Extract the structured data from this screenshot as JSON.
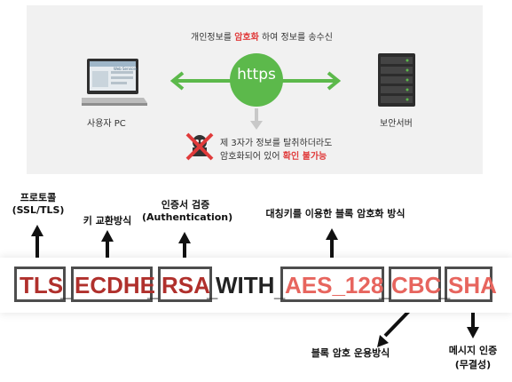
{
  "top": {
    "caption": {
      "before": "개인정보를 ",
      "highlight": "암호화",
      "after": " 하여 정보를 송수신"
    },
    "badge": "https",
    "left_label": "사용자 PC",
    "right_label": "보안서버",
    "screen_text": "Web Services",
    "note_line1": "제 3자가 정보를 탈취하더라도",
    "note_line2_before": "암호화되어 있어 ",
    "note_line2_highlight": "확인 불가능",
    "colors": {
      "green": "#5cb94b",
      "highlight": "#e03a3a",
      "panel": "#f1f1f1"
    }
  },
  "suite": {
    "tokens": {
      "tls": "TLS",
      "sep1": "_",
      "ecdhe": "ECDHE",
      "sep2": "_",
      "rsa": "RSA",
      "sep3": "_",
      "with": "WITH",
      "sep4": "_",
      "aes": "AES_128",
      "sep5": "_",
      "cbc": "CBC",
      "sep6": "_",
      "sha": "SHA"
    },
    "labels": {
      "protocol_l1": "프로토콜",
      "protocol_l2": "(SSL/TLS)",
      "key_exchange": "키 교환방식",
      "auth_l1": "인증서 검증",
      "auth_l2": "(Authentication)",
      "symmetric": "대칭키를 이용한 블록 암호화 방식",
      "block_mode": "블록 암호 운용방식",
      "mac_l1": "메시지 인증",
      "mac_l2": "(무결성)"
    },
    "colors": {
      "dark_red": "#b0302c",
      "light_red": "#e7655e",
      "box_border": "#4d4d4d"
    }
  }
}
